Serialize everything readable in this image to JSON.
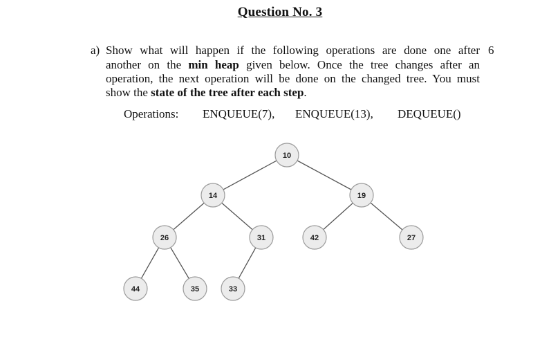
{
  "heading": "Question No. 3",
  "question": {
    "label": "a)",
    "marks": "6",
    "line1": "Show what will happen if the following operations are done one after",
    "line2_a": "another on the ",
    "line2_b": "min heap",
    "line2_c": " given below. Once the tree changes after an",
    "line3": "operation, the next operation will be done on the changed tree. You must",
    "line4_a": "show the ",
    "line4_b": "state of the tree after each step",
    "line4_c": "."
  },
  "operations": {
    "label": "Operations:",
    "items": [
      "ENQUEUE(7),",
      "ENQUEUE(13),",
      "DEQUEUE()"
    ]
  },
  "heap": {
    "nodes": [
      "10",
      "14",
      "19",
      "26",
      "31",
      "42",
      "27",
      "44",
      "35",
      "33"
    ],
    "edges": [
      [
        0,
        1
      ],
      [
        0,
        2
      ],
      [
        1,
        3
      ],
      [
        1,
        4
      ],
      [
        2,
        5
      ],
      [
        2,
        6
      ],
      [
        3,
        7
      ],
      [
        3,
        8
      ],
      [
        4,
        9
      ]
    ],
    "colors": {
      "node_fill": "#ececec",
      "node_stroke": "#9a9a9a",
      "edge": "#555555",
      "label": "#222222"
    }
  }
}
